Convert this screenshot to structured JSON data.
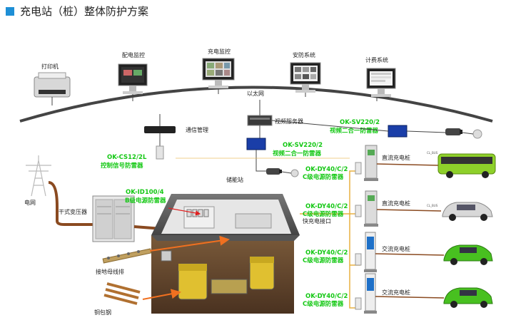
{
  "page": {
    "title": "充电站（桩）整体防护方案"
  },
  "top_devices": {
    "printer": "打印机",
    "power_monitor": "配电监控",
    "charge_monitor": "充电监控",
    "security": "安防系统",
    "billing": "计费系统",
    "ethernet": "以太网"
  },
  "mid_devices": {
    "comm_mgmt": "通信管理",
    "video_server": "视频服务器",
    "power": "电网",
    "transformer": "干式变压器",
    "storage": "储能站",
    "fast_port": "快充电接口",
    "grounding_bar": "接地母线排",
    "copper": "铜包钢"
  },
  "protectors": {
    "sv1_model": "OK-SV220/2",
    "sv1_desc": "视频二合一防雷器",
    "sv2_model": "OK-SV220/2",
    "sv2_desc": "视频二合一防雷器",
    "cs_model": "OK-CS12/2L",
    "cs_desc": "控制信号防雷器",
    "id_model": "OK-ID100/4",
    "id_desc": "B级电源防雷器",
    "dy1_model": "OK-DY40/C/2",
    "dy1_desc": "C级电源防雷器",
    "dy2_model": "OK-DY40/C/2",
    "dy2_desc": "C级电源防雷器",
    "dy3_model": "OK-DY40/C/2",
    "dy3_desc": "C级电源防雷器",
    "dy4_model": "OK-DY40/C/2",
    "dy4_desc": "C级电源防雷器"
  },
  "chargers": {
    "c1": "直流充电桩",
    "c2": "直流充电桩",
    "c3": "交流充电桩",
    "c4": "交流充电桩",
    "bus1": "CL_BUS",
    "bus2": "CL_BUS"
  },
  "colors": {
    "accent": "#1e8fd6",
    "protector_text": "#14c814",
    "arrow": "#e02020"
  }
}
